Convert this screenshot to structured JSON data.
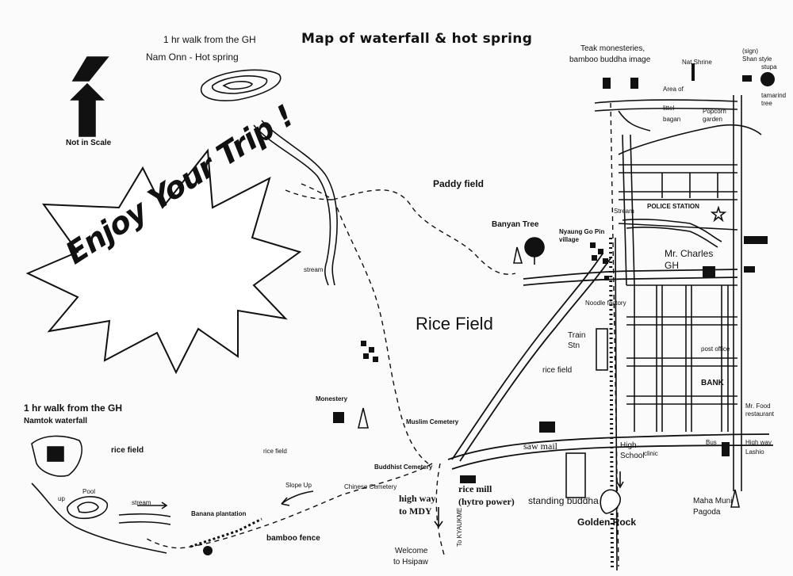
{
  "title": "Map of waterfall & hot spring",
  "scale_note": "Not in Scale",
  "enjoy": "Enjoy Your Trip !",
  "labels": {
    "hot_spring_walk": "1 hr walk from the GH",
    "hot_spring": "Nam Onn - Hot spring",
    "waterfall_walk": "1 hr walk from the GH",
    "waterfall": "Namtok waterfall",
    "teak": "Teak monesteries,",
    "bamboo_buddha": "bamboo buddha image",
    "nat_shrine": "Nat Shrine",
    "area_of": "Area of",
    "little_bagan": "littel",
    "little_bagan2": "bagan",
    "popcorn_garden": "Popcorn",
    "popcorn_garden2": "garden",
    "tamarind_tree": "tamarind",
    "tamarind_tree2": "tree",
    "shan_sign": "(sign)",
    "shan_stupa": "Shan style",
    "shan_stupa2": "stupa",
    "stream_right": "Stream",
    "police": "POLICE STATION",
    "paddy": "Paddy field",
    "banyan": "Banyan Tree",
    "nyaung": "Nyaung Go Pin",
    "village": "village",
    "mr_charles": "Mr. Charles",
    "gh": "GH",
    "noodle": "Noodle factory",
    "stream_left": "stream",
    "rice_field_main": "Rice Field",
    "train": "Train",
    "stn": "Stn",
    "rice_field_mid": "rice field",
    "post_office": "post office",
    "bank": "BANK",
    "monastery": "Monestery",
    "muslim": "Muslim Cemetery",
    "mr_food": "Mr. Food",
    "restaurant": "restaurant",
    "saw_mill": "saw mail",
    "high_school": "High",
    "school": "School",
    "clinic": "clinic",
    "bus": "Bus",
    "highway_lashio": "High way",
    "lashio": "Lashio",
    "rice_field_left": "rice field",
    "rice_field_left2": "rice field",
    "buddhist": "Buddhist Cemetery",
    "slope_up": "Slope Up",
    "chinese": "Chinese Cemetery",
    "pool": "Pool",
    "up": "up",
    "stream_bottom": "stream",
    "banana": "Banana plantation",
    "bamboo_fence": "bamboo fence",
    "highway_mdy": "high way",
    "to_mdy": "to MDY",
    "rice_mill": "rice mill",
    "hydro": "(hytro power)",
    "standing_buddha": "standing buddha",
    "golden_rock": "Golden Rock",
    "maha_muni": "Maha Muni",
    "pagoda": "Pagoda",
    "to_kyaukme": "To KYAUKME",
    "welcome": "Welcome",
    "to_hsipaw": "to Hsipaw"
  }
}
